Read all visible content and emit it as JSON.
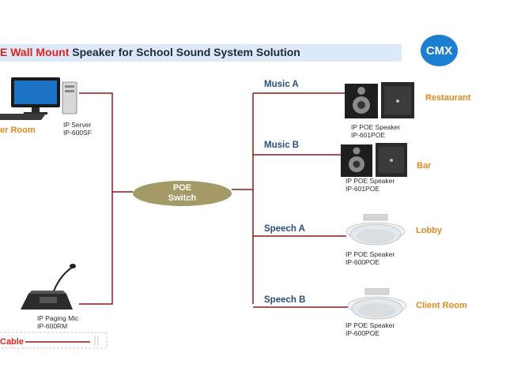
{
  "header": {
    "title_highlight": "E Wall Mount",
    "title_rest": " Speaker for School Sound System Solution",
    "logo_text": "CMX"
  },
  "server": {
    "room_label": "er Room",
    "name": "IP Server",
    "model": "IP-600SF"
  },
  "mic": {
    "name": "IP Paging Mic",
    "model": "IP-600RM"
  },
  "legend": {
    "cable_label": "Cable"
  },
  "switch": {
    "line1": "POE",
    "line2": "Switch"
  },
  "zones": [
    {
      "channel": "Music A",
      "device": "IP  POE Speaker",
      "model": "IP-601POE",
      "location": "Restaurant"
    },
    {
      "channel": "Music B",
      "device": "IP  POE Speaker",
      "model": "IP-601POE",
      "location": "Bar"
    },
    {
      "channel": "Speech A",
      "device": "IP  POE Speaker",
      "model": "IP-600POE",
      "location": "Lobby"
    },
    {
      "channel": "Speech B",
      "device": "IP  POE Speaker",
      "model": "IP-600POE",
      "location": "Client Room"
    }
  ],
  "colors": {
    "cable": "#8b1a1a",
    "accent": "#e2231a",
    "switch": "#a39a67",
    "logo": "#1a7fd0",
    "label": "#e08a1e",
    "channel": "#2a4e7a"
  }
}
